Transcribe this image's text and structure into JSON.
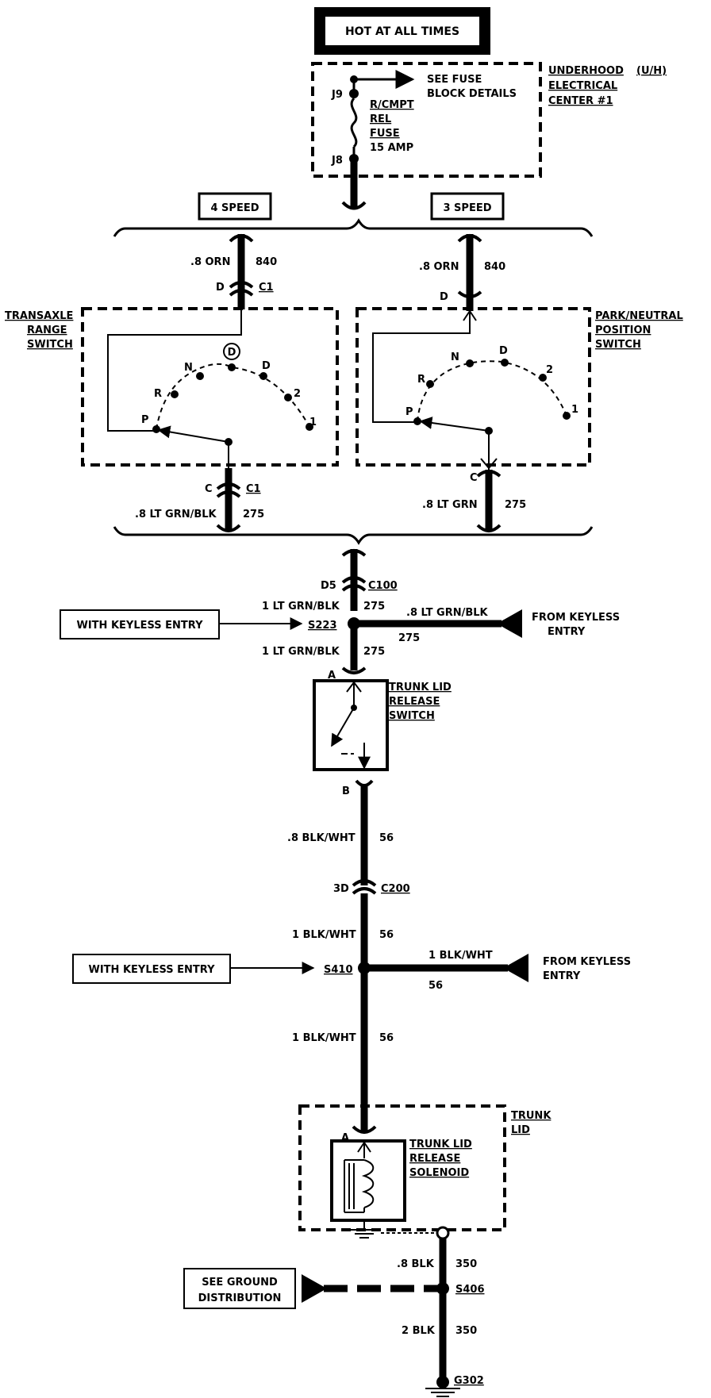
{
  "header": {
    "text": "HOT AT ALL TIMES"
  },
  "fuse_box": {
    "label": [
      "UNDERHOOD",
      "(U/H)",
      "ELECTRICAL",
      "CENTER #1"
    ],
    "see_fuse": [
      "SEE FUSE",
      "BLOCK DETAILS"
    ],
    "j9": "J9",
    "j8": "J8",
    "fuse": [
      "R/CMPT",
      "REL",
      "FUSE",
      "15 AMP"
    ]
  },
  "speed_4": "4 SPEED",
  "speed_3": "3 SPEED",
  "left_branch": {
    "wire_top": ".8 ORN",
    "circuit_top": "840",
    "conn_top_pin": "D",
    "conn_top": "C1",
    "switch_label": [
      "TRANSAXLE",
      "RANGE",
      "SWITCH"
    ],
    "positions": [
      "P",
      "R",
      "N",
      "D",
      "D",
      "2",
      "1"
    ],
    "conn_bot_pin": "C",
    "conn_bot": "C1",
    "wire_bot": ".8 LT GRN/BLK",
    "circuit_bot": "275"
  },
  "right_branch": {
    "wire_top": ".8 ORN",
    "circuit_top": "840",
    "pin_top": "D",
    "switch_label": [
      "PARK/NEUTRAL",
      "POSITION",
      "SWITCH"
    ],
    "positions": [
      "P",
      "R",
      "N",
      "D",
      "2",
      "1"
    ],
    "pin_bot": "C",
    "wire_bot": ".8 LT GRN",
    "circuit_bot": "275"
  },
  "c100": {
    "pin": "D5",
    "name": "C100"
  },
  "s223": {
    "name": "S223",
    "wire_above": "1 LT GRN/BLK",
    "circuit_above": "275",
    "wire_below": "1 LT GRN/BLK",
    "circuit_below": "275",
    "branch_wire": ".8 LT GRN/BLK",
    "branch_circuit": "275",
    "keyless_box": "WITH KEYLESS ENTRY",
    "from": [
      "FROM KEYLESS",
      "ENTRY"
    ]
  },
  "trunk_switch": {
    "pin_a": "A",
    "pin_b": "B",
    "label": [
      "TRUNK LID",
      "RELEASE",
      "SWITCH"
    ]
  },
  "wire_56a": {
    "wire": ".8 BLK/WHT",
    "circuit": "56"
  },
  "c200": {
    "pin": "3D",
    "name": "C200"
  },
  "s410": {
    "name": "S410",
    "wire_above": "1 BLK/WHT",
    "circuit_above": "56",
    "wire_below": "1 BLK/WHT",
    "circuit_below": "56",
    "branch_wire": "1 BLK/WHT",
    "branch_circuit": "56",
    "keyless_box": "WITH KEYLESS ENTRY",
    "from": [
      "FROM KEYLESS",
      "ENTRY"
    ]
  },
  "trunk_lid": {
    "label": [
      "TRUNK",
      "LID"
    ]
  },
  "solenoid": {
    "pin_a": "A",
    "label": [
      "TRUNK LID",
      "RELEASE",
      "SOLENOID"
    ]
  },
  "ground": {
    "wire_top": ".8 BLK",
    "circuit_top": "350",
    "splice": "S406",
    "see_box": [
      "SEE GROUND",
      "DISTRIBUTION"
    ],
    "wire_bot": "2 BLK",
    "circuit_bot": "350",
    "ground_point": "G302"
  }
}
